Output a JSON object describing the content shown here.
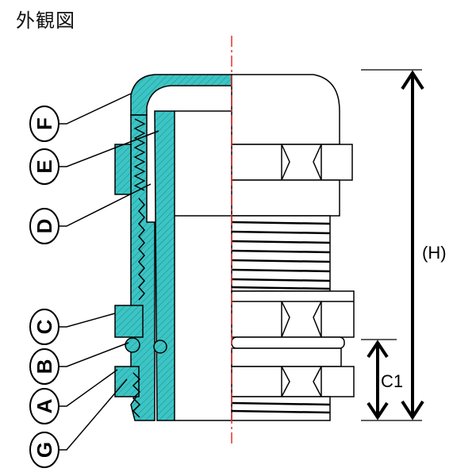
{
  "title": "外観図",
  "callouts": [
    "F",
    "E",
    "D",
    "C",
    "B",
    "A",
    "G"
  ],
  "dimensions": {
    "height_label": "(H)",
    "c1_label": "C1"
  },
  "colors": {
    "section_fill": "#3cc4c4",
    "centerline": "#e23030",
    "line": "#000000"
  }
}
